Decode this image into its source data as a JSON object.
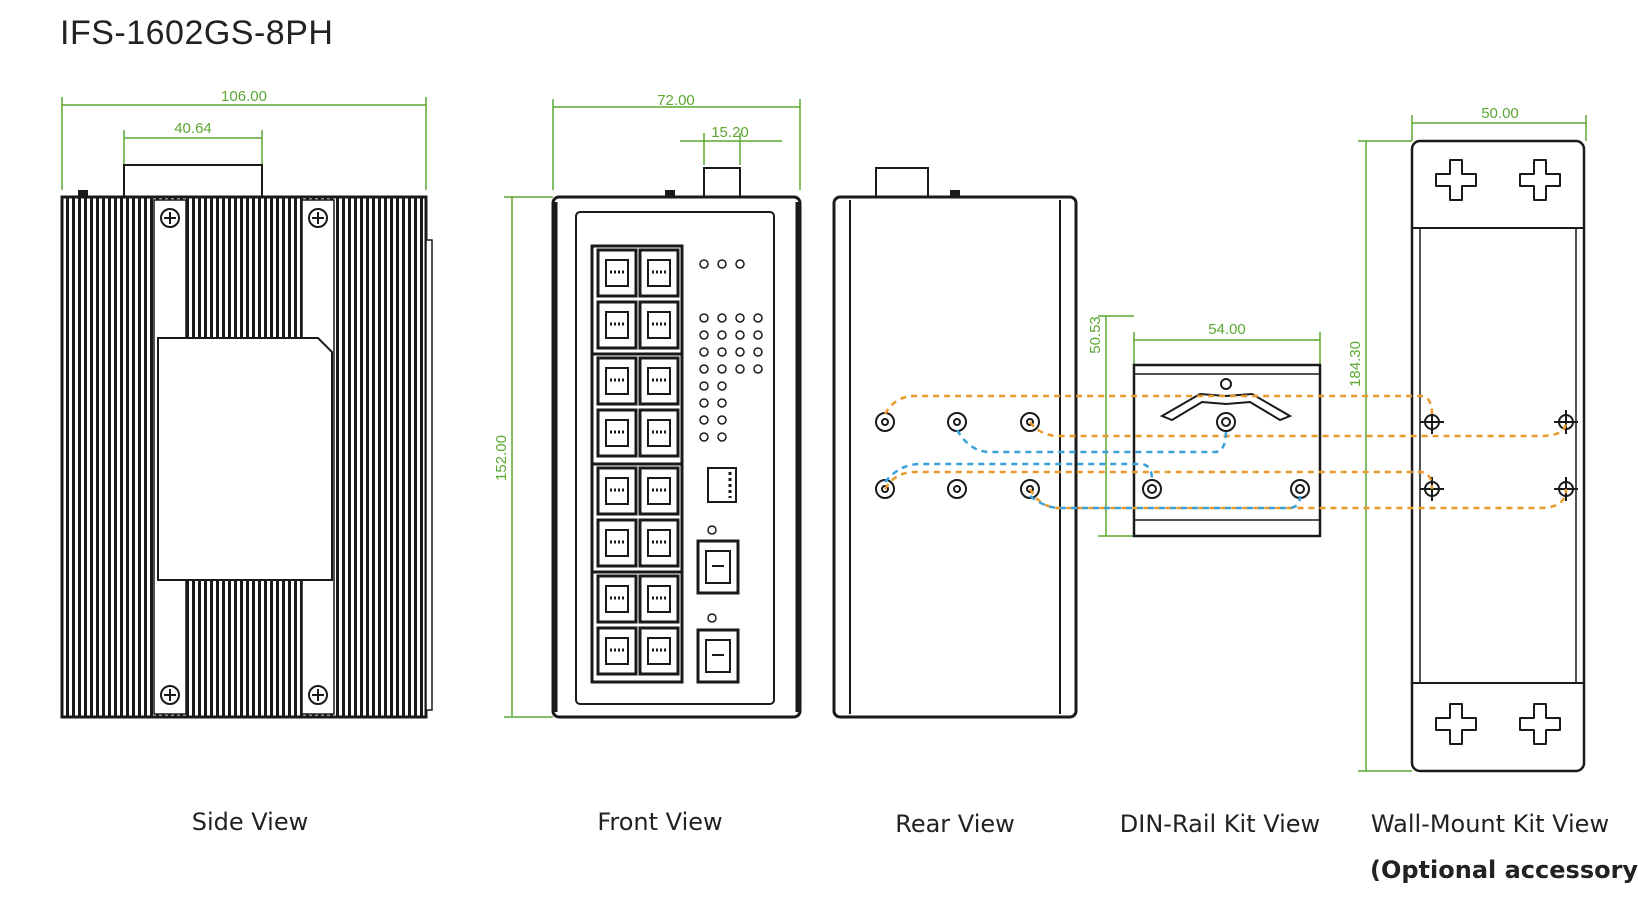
{
  "title": "IFS-1602GS-8PH",
  "dimensions": {
    "side_width": "106.00",
    "side_rail": "40.64",
    "front_width": "72.00",
    "front_rail": "15.20",
    "height": "152.00",
    "din_height": "50.53",
    "din_width": "54.00",
    "wall_height": "184.30",
    "wall_width": "50.00"
  },
  "captions": {
    "side": "Side View",
    "front": "Front View",
    "rear": "Rear View",
    "din": "DIN-Rail Kit View",
    "wall": "Wall-Mount Kit View",
    "optional": "(Optional accessory)"
  },
  "colors": {
    "dimension": "#5aa832",
    "orange_guide": "#e89a2c",
    "blue_guide": "#3aa0d8",
    "outline": "#1a1a1a"
  }
}
